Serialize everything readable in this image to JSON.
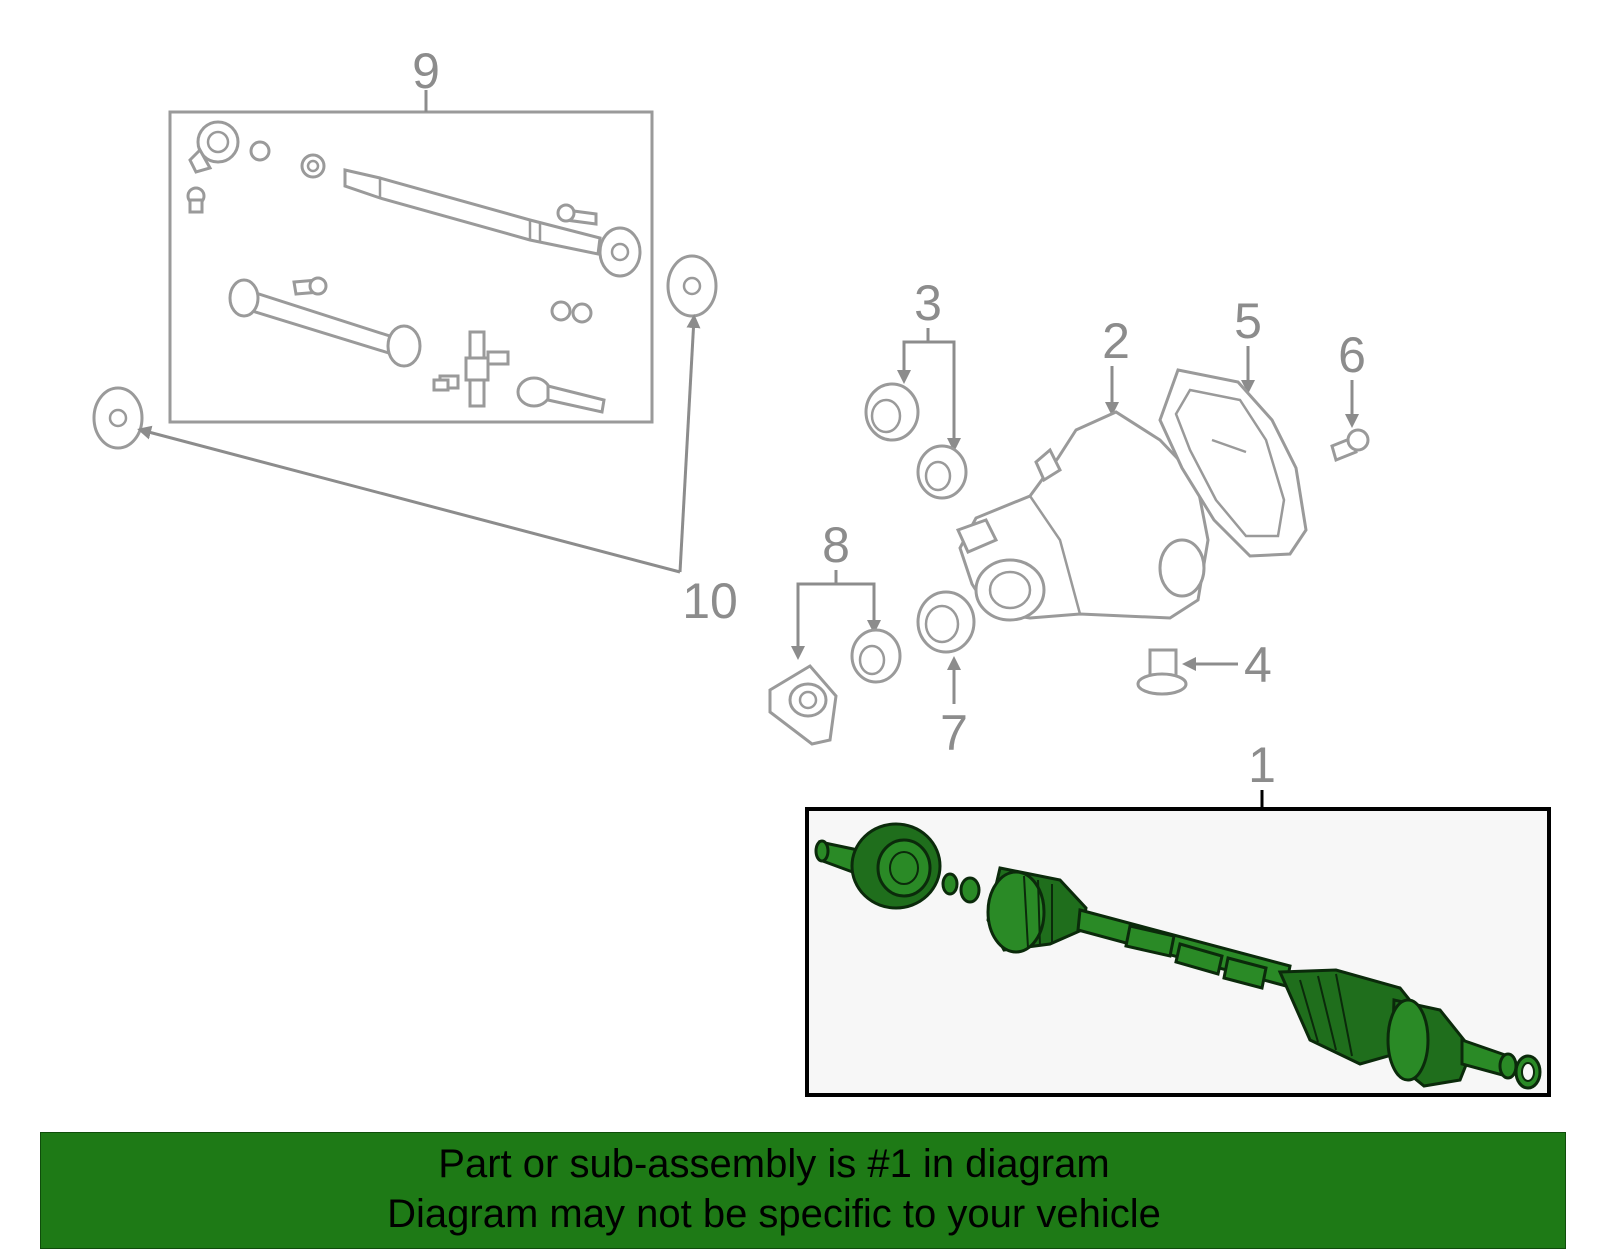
{
  "diagram": {
    "callouts": {
      "c1": "1",
      "c2": "2",
      "c3": "3",
      "c4": "4",
      "c5": "5",
      "c6": "6",
      "c7": "7",
      "c8": "8",
      "c9": "9",
      "c10": "10"
    },
    "colors": {
      "highlight": "#2a8a26",
      "outline": "#9a9a9a",
      "banner": "#1e7a16"
    }
  },
  "banner": {
    "line1": "Part or sub-assembly is #1 in diagram",
    "line2": "Diagram may not be specific to your vehicle"
  }
}
